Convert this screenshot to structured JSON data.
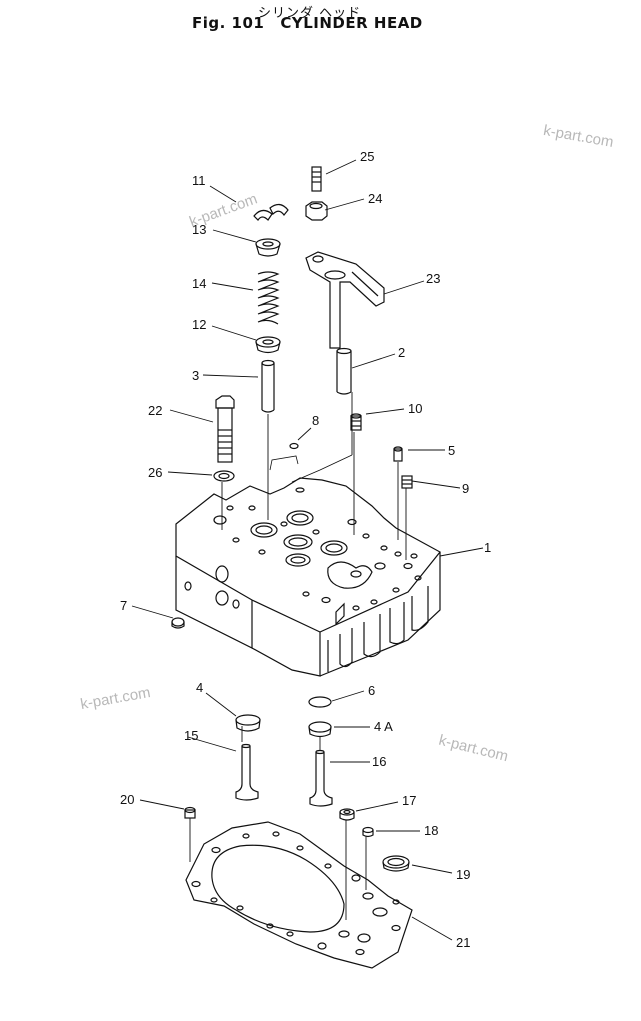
{
  "header": {
    "japanese_title": "シリンダ ヘッド",
    "fig_label": "Fig. 101",
    "title": "CYLINDER HEAD"
  },
  "callouts": [
    "25",
    "24",
    "11",
    "13",
    "23",
    "14",
    "12",
    "2",
    "3",
    "10",
    "22",
    "8",
    "5",
    "26",
    "9",
    "1",
    "7",
    "4",
    "6",
    "4 A",
    "15",
    "16",
    "20",
    "17",
    "18",
    "19",
    "21"
  ],
  "watermarks": [
    "k-part.com",
    "k-part.com",
    "k-part.com",
    "k-part.com"
  ],
  "colors": {
    "ink": "#111111",
    "watermark": "#b8b8b8",
    "background": "#ffffff"
  }
}
